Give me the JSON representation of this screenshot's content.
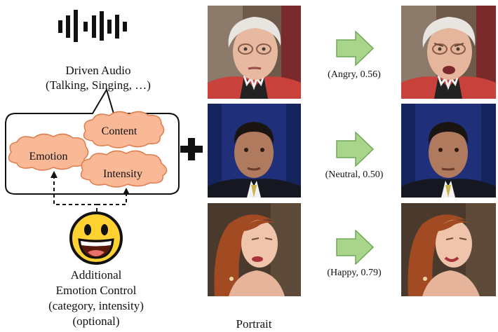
{
  "audio": {
    "icon": "audio-waveform-icon",
    "title": "Driven Audio",
    "subtitle": "(Talking, Singing, …)"
  },
  "bubble": {
    "clouds": {
      "content": "Content",
      "emotion": "Emotion",
      "intensity": "Intensity"
    },
    "cloud_fill": "#f9b896",
    "cloud_stroke": "#e07b4c"
  },
  "plus_icon": "plus-icon",
  "emoji_icon": "grinning-face-icon",
  "control": {
    "line1": "Additional",
    "line2": "Emotion Control",
    "line3": "(category, intensity)",
    "line4": "(optional)"
  },
  "portrait_label": "Portrait",
  "rows": [
    {
      "emotion_label": "(Angry, 0.56)"
    },
    {
      "emotion_label": "(Neutral, 0.50)"
    },
    {
      "emotion_label": "(Happy, 0.79)"
    }
  ],
  "arrow_color": "#a9d58a"
}
